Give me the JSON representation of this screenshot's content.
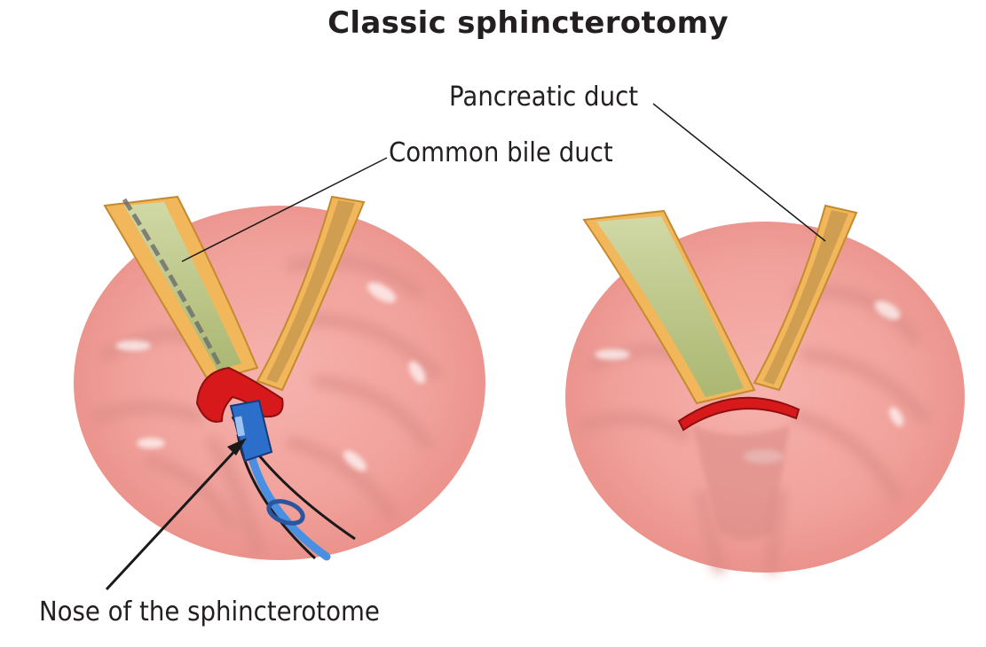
{
  "title": "Classic sphincterotomy",
  "labels": {
    "pancreatic_duct": "Pancreatic duct",
    "common_bile_duct": "Common bile duct",
    "nose": "Nose of the sphincterotome"
  },
  "colors": {
    "mucosa": "#f4a7a2",
    "mucosa_fold": "#d98984",
    "duct_wall": "#f2b75a",
    "duct_lumen": "#a6cf96",
    "papilla_red": "#d8191c",
    "sphincterotome_blue": "#2c6fcb",
    "wire_blue": "#4a90e2"
  }
}
